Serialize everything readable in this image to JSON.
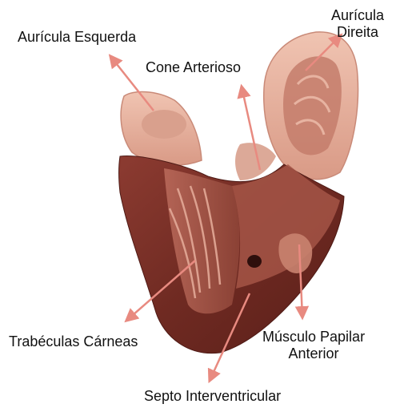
{
  "labels": {
    "auricula_esquerda": "Aurícula Esquerda",
    "auricula_direita_line1": "Aurícula",
    "auricula_direita_line2": "Direita",
    "cone_arterioso": "Cone Arterioso",
    "trabeculas_carneas": "Trabéculas Cárneas",
    "musculo_papilar_line1": "Músculo Papilar",
    "musculo_papilar_line2": "Anterior",
    "septo_interventricular": "Septo Interventricular"
  },
  "colors": {
    "leader_line": "#e88a80",
    "label_text": "#111111",
    "muscle_dark": "#6e2a22",
    "muscle_mid": "#8a3a30",
    "tissue_light": "#e8b5a3"
  }
}
